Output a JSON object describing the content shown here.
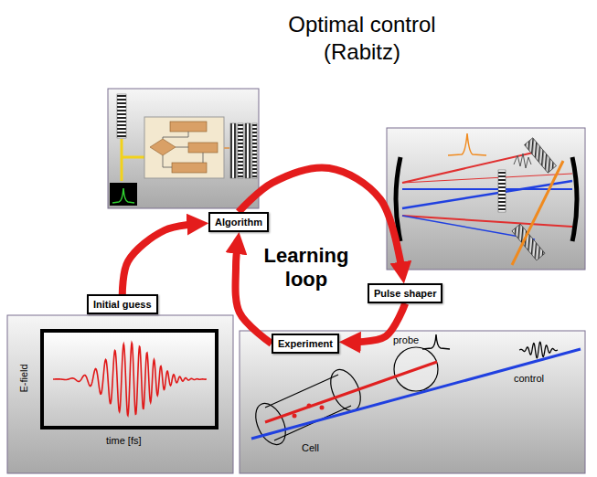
{
  "diagram": {
    "title": "Optimal control (Rabitz)",
    "nodes": [
      {
        "text": [
          "Algorithm"
        ]
      },
      {
        "text": [
          "Pulse shaper"
        ]
      },
      {
        "text": [
          "Initial guess"
        ]
      },
      {
        "text": [
          "Experiment"
        ]
      }
    ],
    "edges": [
      {
        "from": 2,
        "to": 0,
        "arrow": "to"
      },
      {
        "from": 0,
        "to": 1,
        "arrow": "to"
      },
      {
        "from": 1,
        "to": 3,
        "arrow": "to"
      },
      {
        "from": 3,
        "to": 0,
        "arrow": "to"
      }
    ],
    "labels": [
      "Learning loop",
      "E-field",
      "time [fs]",
      "probe",
      "control",
      "Cell"
    ]
  }
}
